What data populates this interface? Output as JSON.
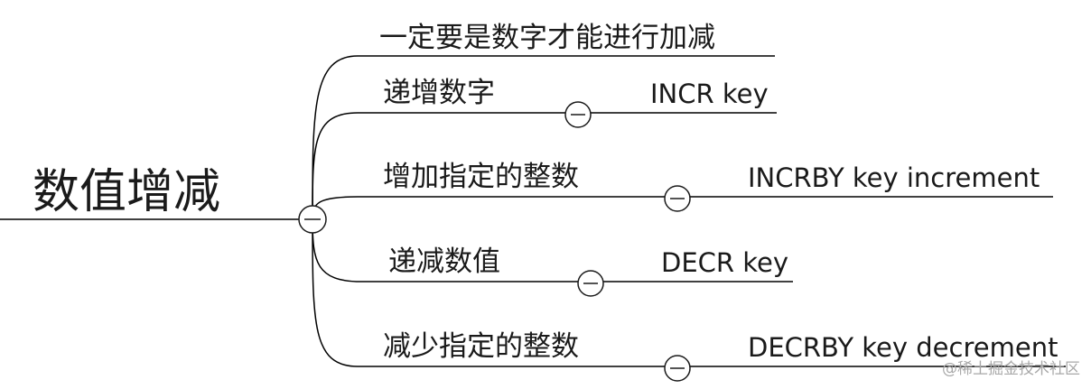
{
  "root": {
    "label": "数值增减",
    "color": "#1a1a1a"
  },
  "branches": [
    {
      "label": "一定要是数字才能进行加减",
      "command": "",
      "color": "#c00000",
      "collapsible": false
    },
    {
      "label": "递增数字",
      "command": "INCR key",
      "color": "#1a1a1a",
      "collapsible": true
    },
    {
      "label": "增加指定的整数",
      "command": "INCRBY key increment",
      "color": "#1a1a1a",
      "collapsible": true
    },
    {
      "label": "递减数值",
      "command": "DECR key",
      "color": "#1a1a1a",
      "collapsible": true
    },
    {
      "label": "减少指定的整数",
      "command": "DECRBY key decrement",
      "color": "#1a1a1a",
      "collapsible": true
    }
  ],
  "icons": {
    "collapse": "minus-circle-icon"
  },
  "watermark": "@稀土掘金技术社区"
}
